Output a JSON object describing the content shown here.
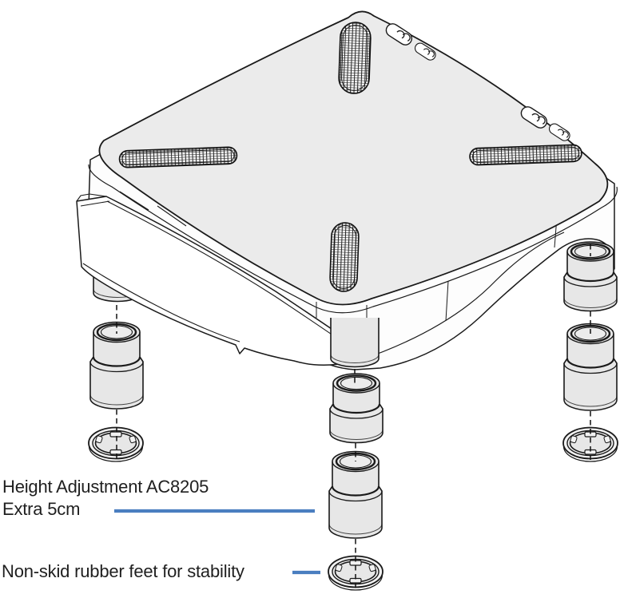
{
  "diagram": {
    "type": "exploded-product-illustration",
    "subject": "monitor riser with storage drawer, stackable height-adjustment leg extensions and non-skid rubber feet",
    "annotations": [
      {
        "id": "height-adjustment",
        "line1": "Height Adjustment AC8205",
        "line2": "Extra 5cm",
        "points_to": "extension-tube"
      },
      {
        "id": "rubber-feet",
        "line1": "Non-skid rubber feet for stability",
        "points_to": "rubber-foot"
      }
    ],
    "colors": {
      "accent_blue": "#4a7ec0",
      "outline": "#1a1a1a",
      "top_surface": "#ebebeb",
      "leg_surface": "#e7e7e7",
      "drawer_interior": "#9c9c9c",
      "background": "#ffffff"
    },
    "parts": [
      "top-platform",
      "ventilation-grille",
      "cable-clip",
      "storage-drawer",
      "leg-stub",
      "extension-tube",
      "rubber-foot"
    ]
  }
}
